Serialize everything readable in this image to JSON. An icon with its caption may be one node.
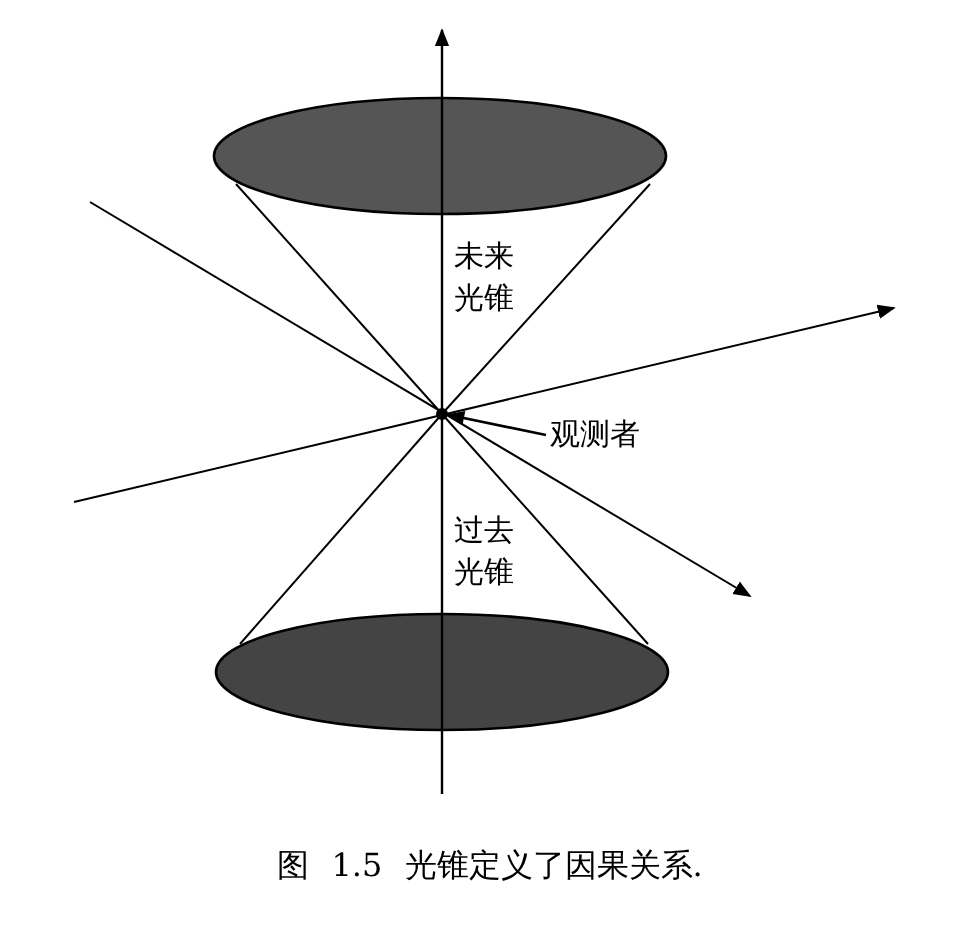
{
  "diagram": {
    "caption": "图 1.5 光锥定义了因果关系.",
    "nodes": [
      {
        "text": [
          "未来光锥"
        ]
      },
      {
        "text": [
          "过去光锥"
        ]
      },
      {
        "text": [
          "观测者"
        ]
      },
      {
        "text": [],
        "shape": "circle"
      }
    ],
    "edges": [
      {
        "from": 2,
        "to": 3,
        "arrow": "to"
      }
    ]
  }
}
